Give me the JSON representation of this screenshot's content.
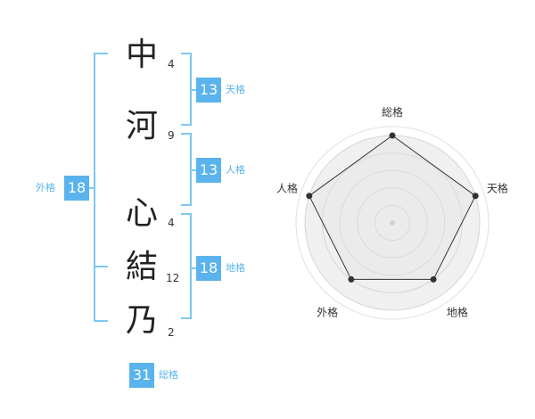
{
  "colors": {
    "accent": "#5ab3ec",
    "bracket": "#7ec7f2"
  },
  "name": {
    "chars": [
      {
        "char": "中",
        "strokes": "4"
      },
      {
        "char": "河",
        "strokes": "9"
      },
      {
        "char": "心",
        "strokes": "4"
      },
      {
        "char": "結",
        "strokes": "12"
      },
      {
        "char": "乃",
        "strokes": "2"
      }
    ]
  },
  "fortunes": {
    "ten": {
      "value": "13",
      "label": "天格"
    },
    "jin": {
      "value": "13",
      "label": "人格"
    },
    "chi": {
      "value": "18",
      "label": "地格"
    },
    "gai": {
      "value": "18",
      "label": "外格"
    },
    "sou": {
      "value": "31",
      "label": "総格"
    }
  },
  "chart_data": {
    "type": "radar",
    "axes": [
      "総格",
      "天格",
      "地格",
      "外格",
      "人格"
    ],
    "values": [
      5,
      5,
      4,
      4,
      5
    ],
    "rmax": 5,
    "rings": 5,
    "grid": true
  }
}
